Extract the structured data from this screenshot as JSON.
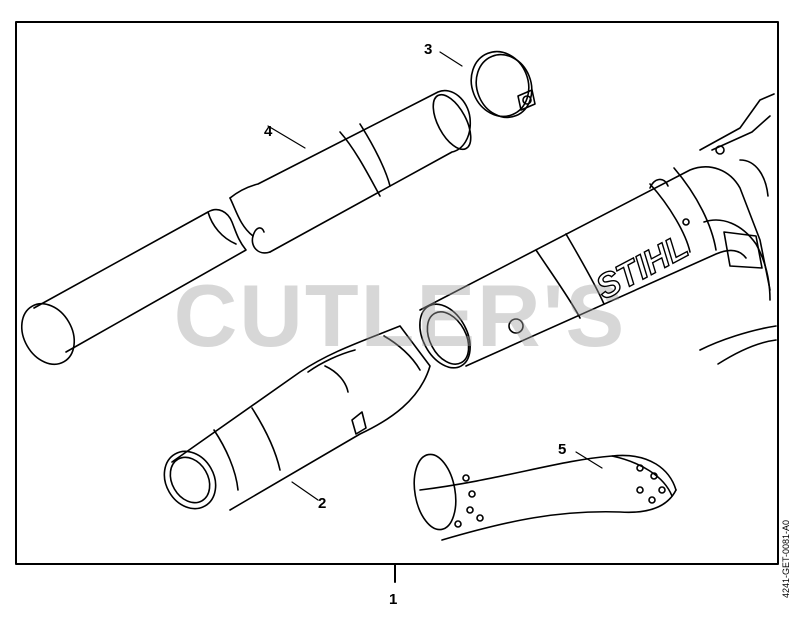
{
  "diagram": {
    "part_labels": [
      "1",
      "2",
      "3",
      "4",
      "5"
    ],
    "brand_mark": "STIHL",
    "watermark": "CUTLER'S",
    "drawing_code": "4241-GET-0081-A0",
    "colors": {
      "line": "#000000",
      "watermark": "#a0a0a0",
      "background": "#ffffff"
    }
  }
}
